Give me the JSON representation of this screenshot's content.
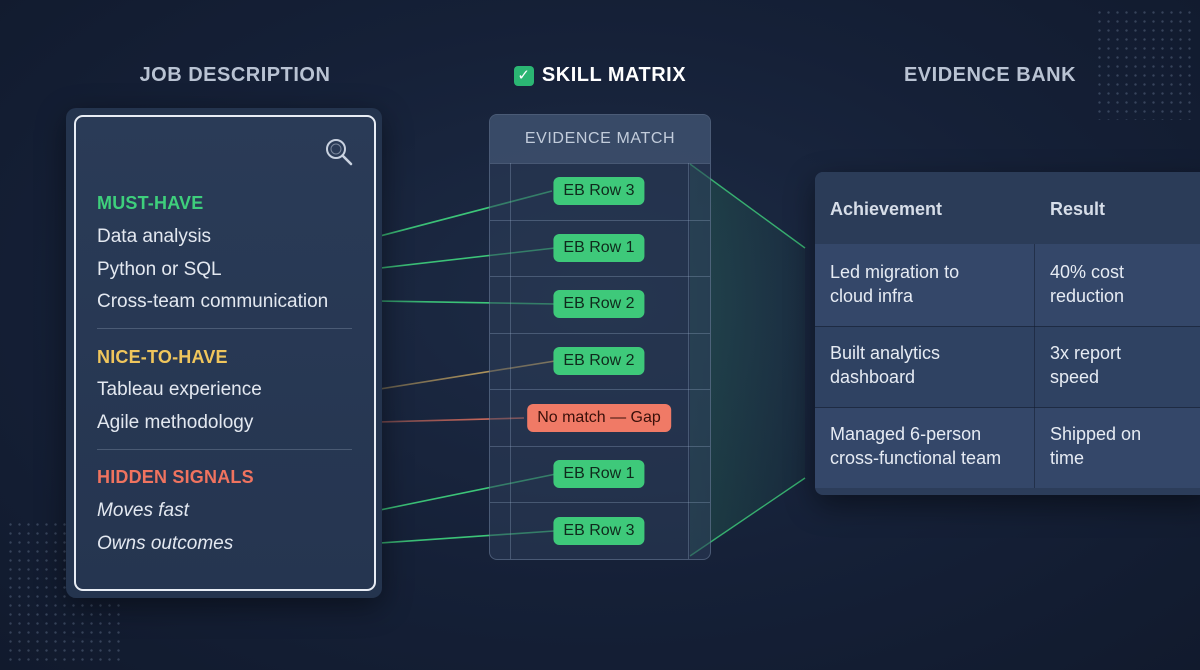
{
  "headings": {
    "job": "JOB DESCRIPTION",
    "skill": "SKILL MATRIX",
    "evidence": "EVIDENCE BANK"
  },
  "job_description": {
    "categories": [
      {
        "label": "MUST-HAVE",
        "color": "#3ecf7c",
        "items": [
          "Data analysis",
          "Python or SQL",
          "Cross-team communication"
        ]
      },
      {
        "label": "NICE-TO-HAVE",
        "color": "#f0c65c",
        "items": [
          "Tableau experience",
          "Agile methodology"
        ]
      },
      {
        "label": "HIDDEN SIGNALS",
        "color": "#f0735f",
        "items": [
          "Moves fast",
          "Owns outcomes"
        ]
      }
    ]
  },
  "skill_matrix": {
    "header": "EVIDENCE MATCH",
    "matches": [
      {
        "label": "EB Row 3",
        "status": "match"
      },
      {
        "label": "EB Row 1",
        "status": "match"
      },
      {
        "label": "EB Row 2",
        "status": "match"
      },
      {
        "label": "EB Row 2",
        "status": "match"
      },
      {
        "label": "No match — Gap",
        "status": "gap"
      },
      {
        "label": "EB Row 1",
        "status": "match"
      },
      {
        "label": "EB Row 3",
        "status": "match"
      }
    ]
  },
  "evidence_bank": {
    "columns": [
      "Achievement",
      "Result"
    ],
    "rows": [
      {
        "achievement": [
          "Led migration to",
          "cloud infra"
        ],
        "result": [
          "40% cost",
          "reduction"
        ]
      },
      {
        "achievement": [
          "Built analytics",
          "dashboard"
        ],
        "result": [
          "3x report",
          "speed"
        ]
      },
      {
        "achievement": [
          "Managed 6-person",
          "cross-functional team"
        ],
        "result": [
          "Shipped on",
          "time"
        ]
      }
    ]
  },
  "colors": {
    "match_green": "#3ec97a",
    "gap_red": "#f07a66",
    "nice_line": "#e0b865",
    "gap_line": "#e8735f"
  },
  "icons": [
    "check-icon",
    "search-icon"
  ]
}
